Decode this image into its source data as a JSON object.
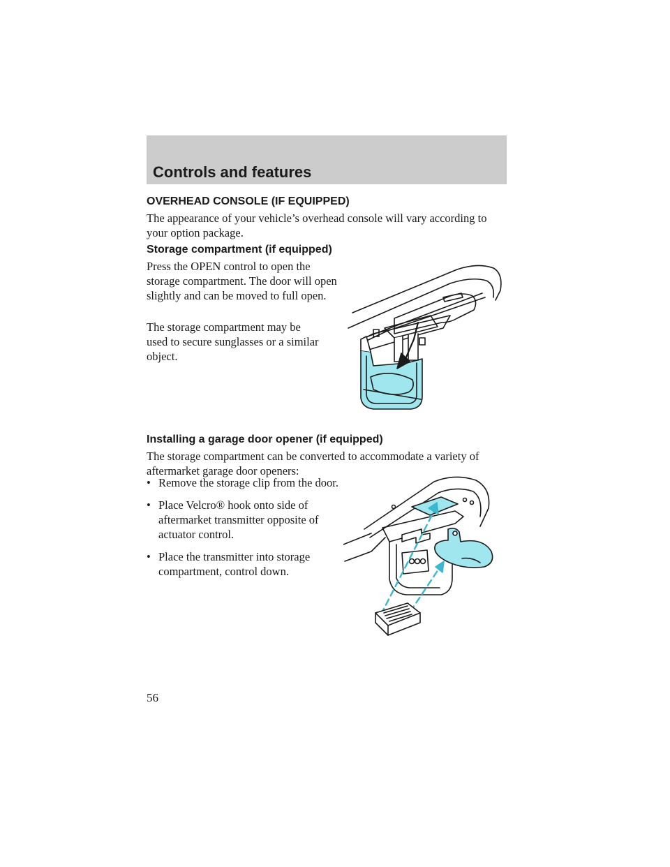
{
  "header": {
    "title": "Controls and features"
  },
  "section": {
    "title": "OVERHEAD CONSOLE (IF EQUIPPED)"
  },
  "intro": "The appearance of your vehicle’s overhead console will vary according to your option package.",
  "storage": {
    "title": "Storage compartment (if equipped)",
    "p1": "Press the OPEN control to open the storage compartment. The door will open slightly and can be moved to full open.",
    "p2": "The storage compartment may be used to secure sunglasses or a similar object."
  },
  "garage": {
    "title": "Installing a garage door opener (if equipped)",
    "intro": "The storage compartment can be converted to accommodate a variety of aftermarket garage door openers:",
    "bullet_symbol": "•",
    "bullets": [
      "Remove the storage clip from the door.",
      "Place Velcro® hook onto side of aftermarket transmitter opposite of actuator control.",
      "Place the transmitter into storage compartment, control down."
    ]
  },
  "page_number": "56",
  "colors": {
    "accent": "#9fe6ee",
    "header_band": "#cccccc",
    "line": "#1a1a1a"
  }
}
